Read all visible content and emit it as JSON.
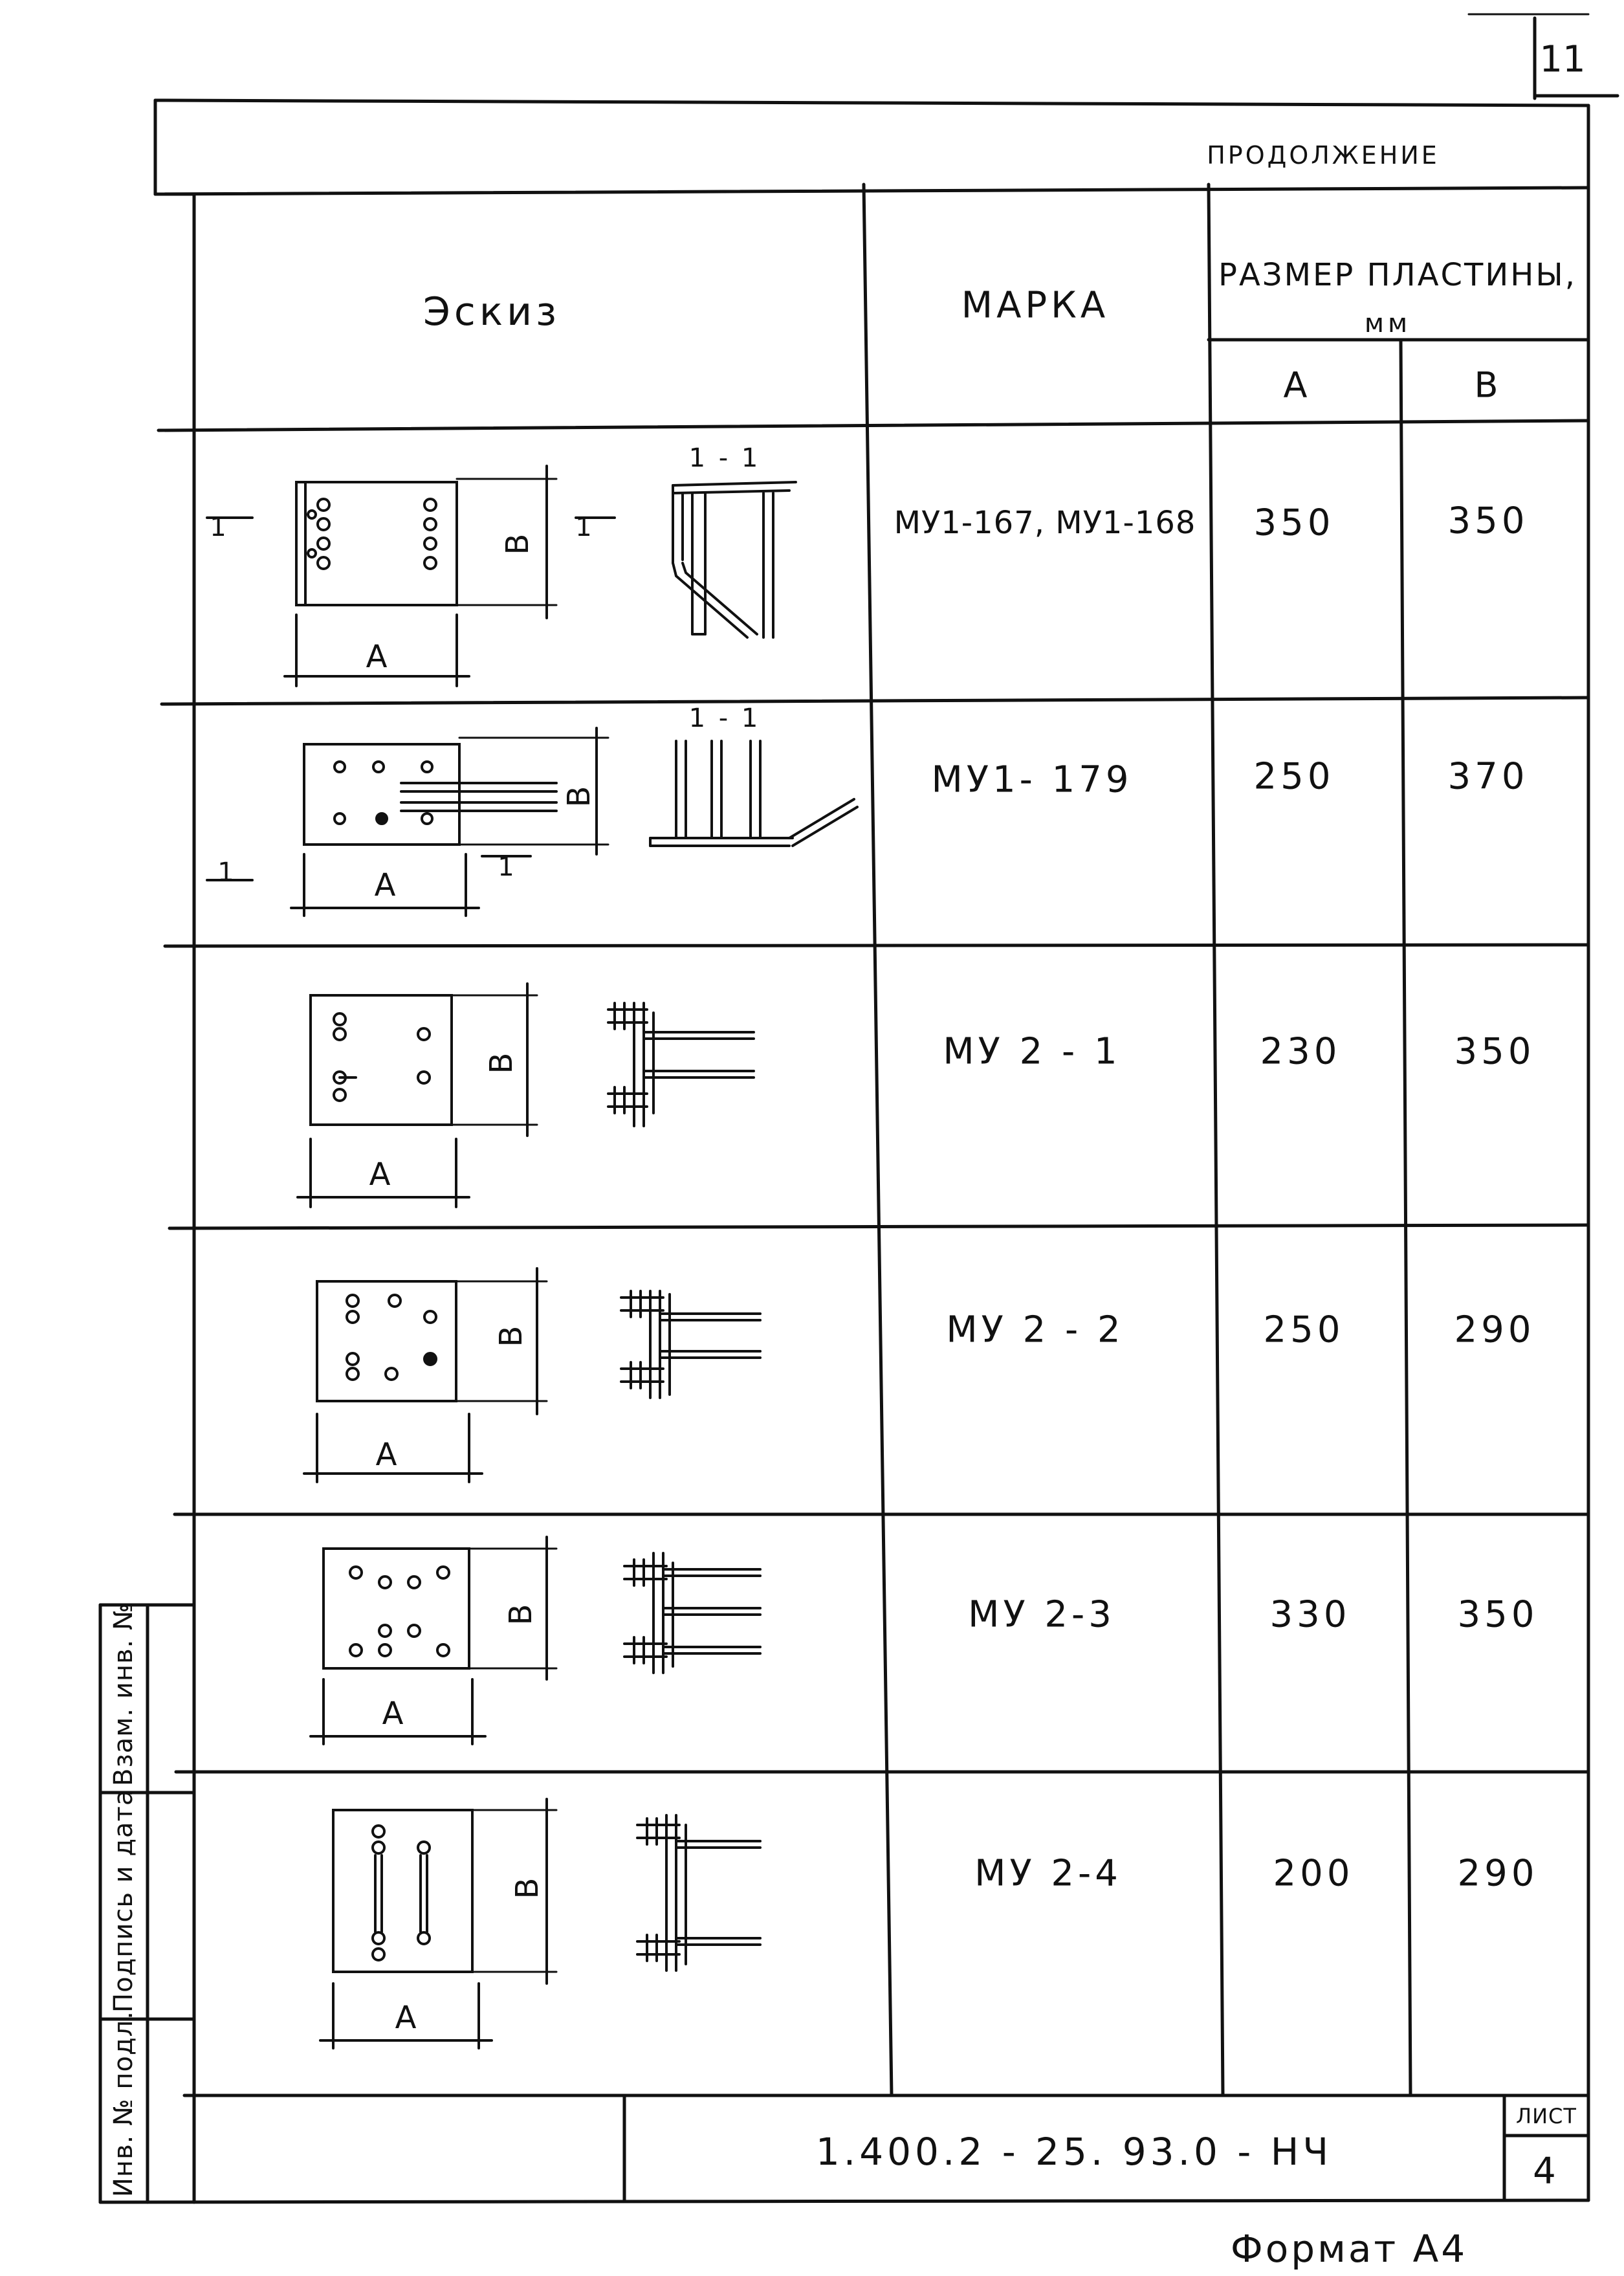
{
  "page_number": "11",
  "continuation": "ПРОДОЛЖЕНИЕ",
  "headers": {
    "sketch": "Эскиз",
    "mark": "МАРКА",
    "plate_size": "РАЗМЕР ПЛАСТИНЫ,",
    "plate_size_unit": "мм",
    "col_a": "А",
    "col_b": "В"
  },
  "sketch_labels": {
    "section": "1 - 1",
    "section_mark": "1",
    "dim_a": "А",
    "dim_b": "В"
  },
  "rows": [
    {
      "mark": "МУ1-167, МУ1-168",
      "a": "350",
      "b": "350"
    },
    {
      "mark": "МУ1- 179",
      "a": "250",
      "b": "370"
    },
    {
      "mark": "МУ 2 - 1",
      "a": "230",
      "b": "350"
    },
    {
      "mark": "МУ 2 - 2",
      "a": "250",
      "b": "290"
    },
    {
      "mark": "МУ 2-3",
      "a": "330",
      "b": "350"
    },
    {
      "mark": "МУ 2-4",
      "a": "200",
      "b": "290"
    }
  ],
  "sidebar": {
    "inv_podl": "Инв. № подл.",
    "podpis_data": "Подпись и дата",
    "vzam_inv": "Взам. инв. №"
  },
  "title_block": {
    "doc_code": "1.400.2 - 25. 93.0 - НЧ",
    "sheet_label": "ЛИСТ",
    "sheet_number": "4"
  },
  "format": "Формат А4"
}
